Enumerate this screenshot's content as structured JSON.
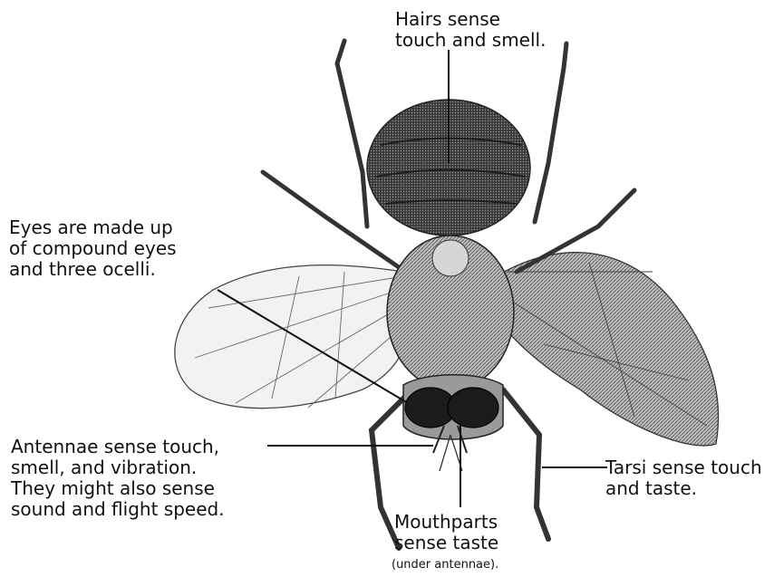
{
  "labels": {
    "hairs": "Hairs sense\ntouch and smell.",
    "eyes": "Eyes are made up\nof compound eyes\nand three ocelli.",
    "antennae": "Antennae sense touch,\nsmell, and vibration.\nThey might also sense\nsound and flight speed.",
    "tarsi": "Tarsi sense touch\nand taste.",
    "mouthparts": "Mouthparts\nsense taste",
    "mouthparts_note": "(under antennae)."
  }
}
